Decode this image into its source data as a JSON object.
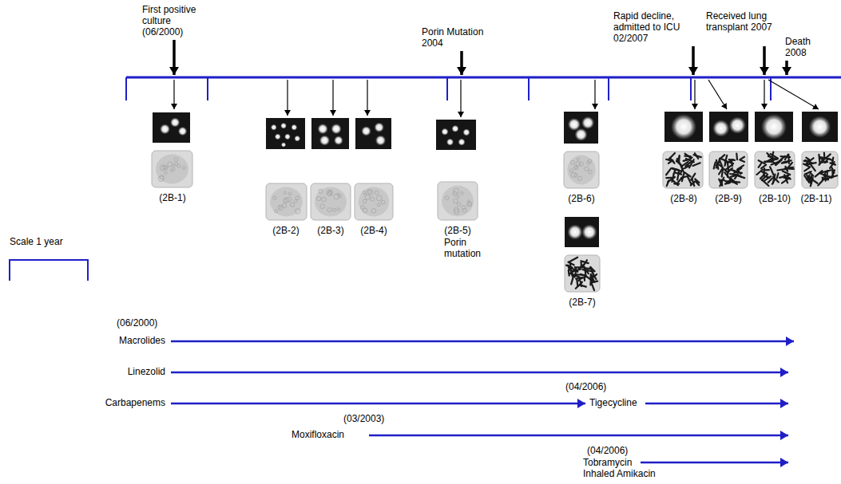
{
  "diagram": {
    "labels": [
      "First positive culture (06/2000)",
      "Porin Mutation 2004",
      "Rapid decline, admitted to ICU 02/2007",
      "Received lung transplant 2007",
      "Death 2008",
      "(2B-1)",
      "(2B-2)",
      "(2B-3)",
      "(2B-4)",
      "(2B-5)",
      "Porin mutation",
      "(2B-6)",
      "(2B-7)",
      "(2B-8)",
      "(2B-9)",
      "(2B-10)",
      "(2B-11)",
      "Scale 1 year",
      "(06/2000)",
      "Macrolides",
      "Linezolid",
      "Carbapenems",
      "(04/2006)",
      "Tigecycline",
      "(03/2003)",
      "Moxifloxacin",
      "(04/2006)",
      "Tobramycin Inhaled Amikacin"
    ]
  }
}
